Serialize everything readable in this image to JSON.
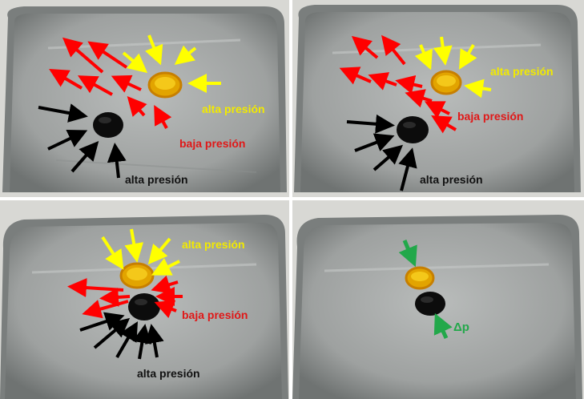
{
  "panels": [
    {
      "id": "panel-1",
      "labels": {
        "high_yellow": "alta presión",
        "low_red": "baja presión",
        "high_black": "alta presión"
      }
    },
    {
      "id": "panel-2",
      "labels": {
        "high_yellow": "alta presión",
        "low_red": "baja presión",
        "high_black": "alta presión"
      }
    },
    {
      "id": "panel-3",
      "labels": {
        "high_yellow": "alta presión",
        "low_red": "baja presión",
        "high_black": "alta presión"
      }
    },
    {
      "id": "panel-4",
      "labels": {
        "delta_p": "Δp"
      }
    }
  ],
  "colors": {
    "high_pressure_arrows_yellow": "#ffff00",
    "low_pressure_arrows_red": "#ff0000",
    "high_pressure_arrows_black": "#000000",
    "pressure_difference_green": "#22a84a",
    "tray": "#a7aaa9",
    "floor": "#d8d8d4"
  }
}
